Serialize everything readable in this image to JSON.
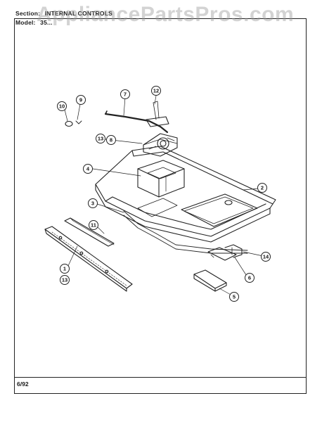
{
  "header": {
    "section_label": "Section:",
    "section_value": "INTERNAL CONTROLS",
    "model_label": "Model:",
    "model_value": "35..."
  },
  "watermark": "AppliancePartsPros.com",
  "footer": {
    "date": "6/92"
  },
  "callouts": [
    "10",
    "9",
    "7",
    "12",
    "13",
    "8",
    "4",
    "2",
    "3",
    "11",
    "1",
    "13",
    "14",
    "6",
    "5"
  ]
}
